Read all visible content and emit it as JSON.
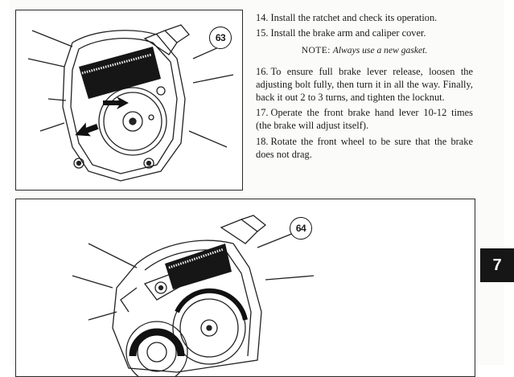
{
  "figures": {
    "fig63": {
      "number": "63"
    },
    "fig64": {
      "number": "64"
    }
  },
  "steps_top": [
    {
      "num": "14.",
      "text": "Install the ratchet and check its operation."
    },
    {
      "num": "15.",
      "text": "Install the brake arm and caliper cover."
    }
  ],
  "note": {
    "label": "NOTE:",
    "body": "Always use a new gasket."
  },
  "steps_bottom": [
    {
      "num": "16.",
      "text": "To ensure full brake lever release, loosen the adjusting bolt fully, then turn it in all the way. Finally, back it out 2 to 3 turns, and tighten the locknut."
    },
    {
      "num": "17.",
      "text": "Operate the front brake hand lever 10-12 times (the brake will adjust itself)."
    },
    {
      "num": "18.",
      "text": "Rotate the front wheel to be sure that the brake does not drag."
    }
  ],
  "chapter_tab": "7"
}
